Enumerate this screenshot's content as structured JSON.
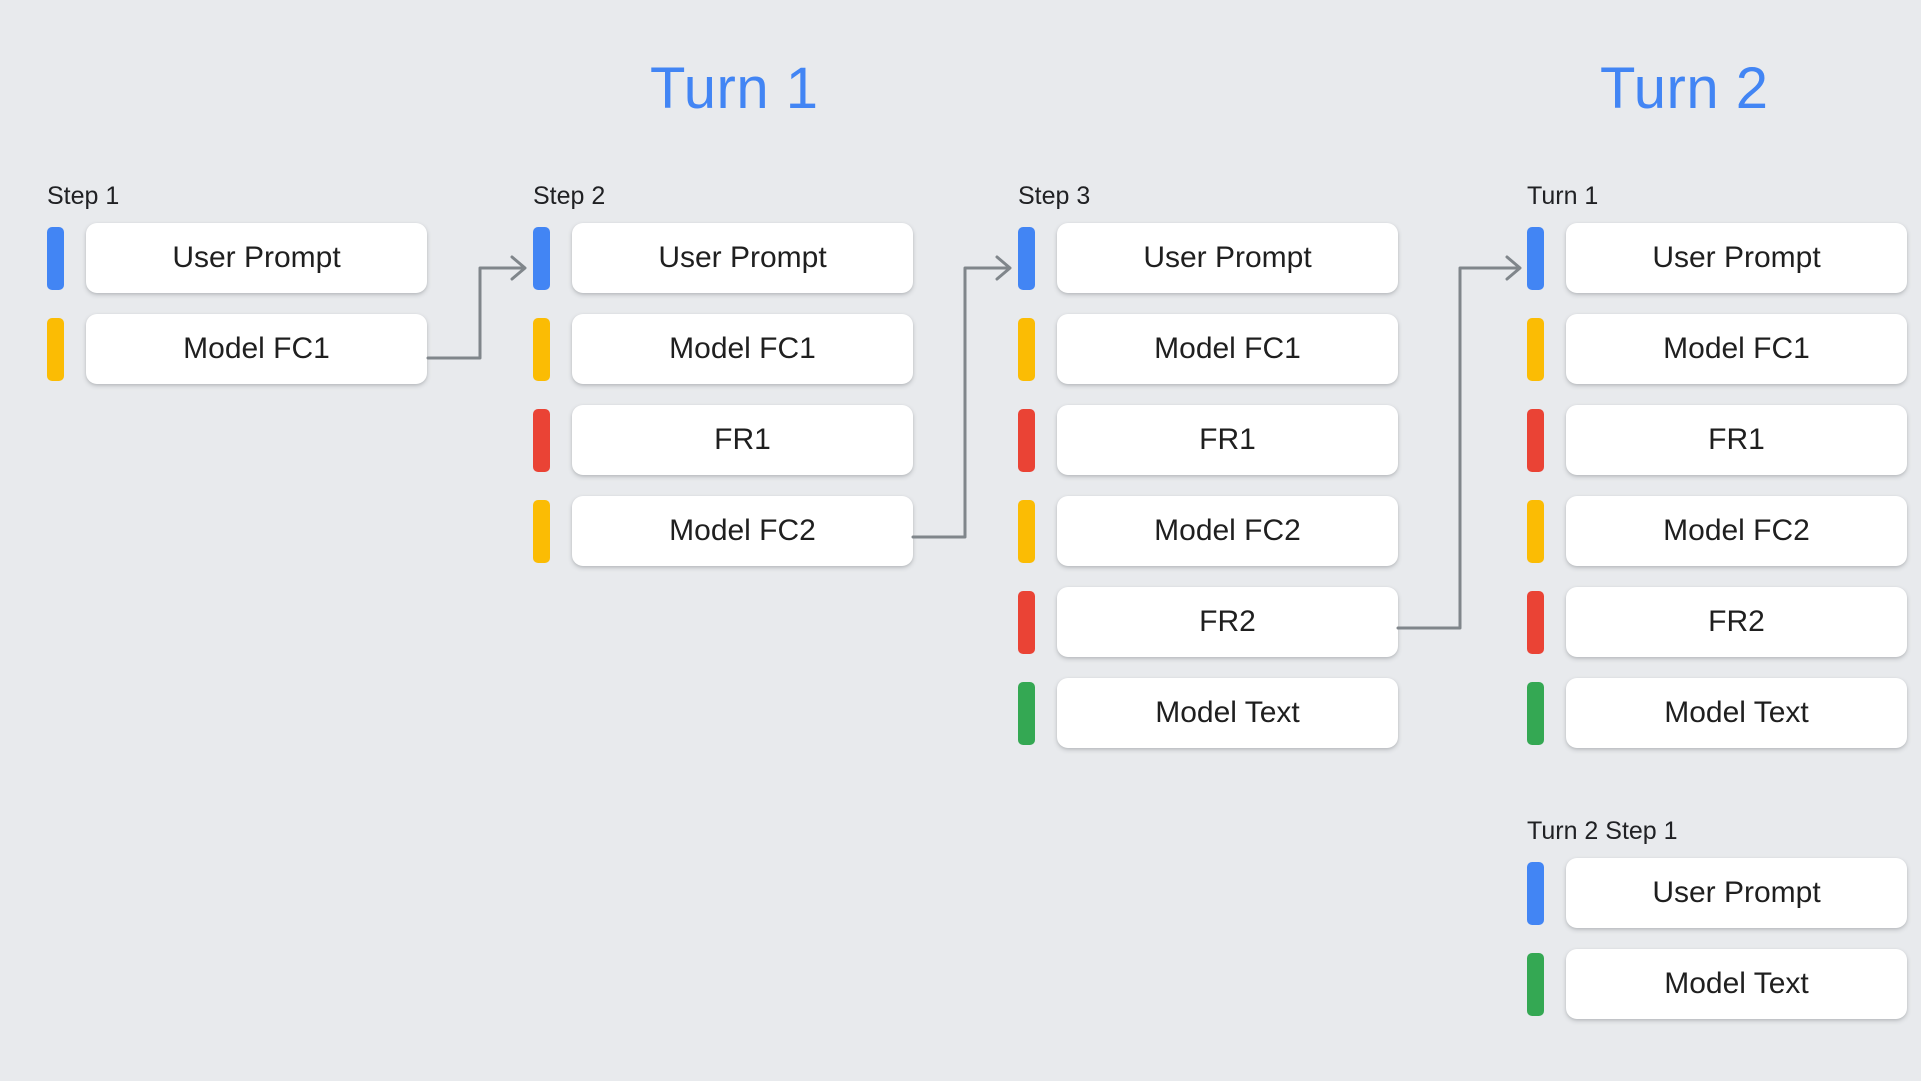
{
  "background_color": "#e8eaed",
  "palette": {
    "blue": "#4285f4",
    "yellow": "#fbbc04",
    "red": "#ea4335",
    "green": "#34a853",
    "connector": "#80868b",
    "card": "#ffffff",
    "text": "#1f1f1f"
  },
  "headings": [
    {
      "label": "Turn 1"
    },
    {
      "label": "Turn 2"
    }
  ],
  "columns": [
    {
      "label": "Step 1",
      "rows": [
        {
          "color_name": "blue",
          "color": "#4285f4",
          "label": "User Prompt"
        },
        {
          "color_name": "yellow",
          "color": "#fbbc04",
          "label": "Model FC1"
        }
      ]
    },
    {
      "label": "Step 2",
      "rows": [
        {
          "color_name": "blue",
          "color": "#4285f4",
          "label": "User Prompt"
        },
        {
          "color_name": "yellow",
          "color": "#fbbc04",
          "label": "Model FC1"
        },
        {
          "color_name": "red",
          "color": "#ea4335",
          "label": "FR1"
        },
        {
          "color_name": "yellow",
          "color": "#fbbc04",
          "label": "Model FC2"
        }
      ]
    },
    {
      "label": "Step 3",
      "rows": [
        {
          "color_name": "blue",
          "color": "#4285f4",
          "label": "User Prompt"
        },
        {
          "color_name": "yellow",
          "color": "#fbbc04",
          "label": "Model FC1"
        },
        {
          "color_name": "red",
          "color": "#ea4335",
          "label": "FR1"
        },
        {
          "color_name": "yellow",
          "color": "#fbbc04",
          "label": "Model FC2"
        },
        {
          "color_name": "red",
          "color": "#ea4335",
          "label": "FR2"
        },
        {
          "color_name": "green",
          "color": "#34a853",
          "label": "Model Text"
        }
      ]
    },
    {
      "label": "Turn 1",
      "rows": [
        {
          "color_name": "blue",
          "color": "#4285f4",
          "label": "User Prompt"
        },
        {
          "color_name": "yellow",
          "color": "#fbbc04",
          "label": "Model FC1"
        },
        {
          "color_name": "red",
          "color": "#ea4335",
          "label": "FR1"
        },
        {
          "color_name": "yellow",
          "color": "#fbbc04",
          "label": "Model FC2"
        },
        {
          "color_name": "red",
          "color": "#ea4335",
          "label": "FR2"
        },
        {
          "color_name": "green",
          "color": "#34a853",
          "label": "Model Text"
        }
      ]
    },
    {
      "label": "Turn 2 Step 1",
      "rows": [
        {
          "color_name": "blue",
          "color": "#4285f4",
          "label": "User Prompt"
        },
        {
          "color_name": "green",
          "color": "#34a853",
          "label": "Model Text"
        }
      ]
    }
  ],
  "connectors": [
    {
      "name": "step1-to-step2",
      "from_row": "Model FC1",
      "to_row": "User Prompt"
    },
    {
      "name": "step2-to-step3",
      "from_row": "Model FC2",
      "to_row": "User Prompt"
    },
    {
      "name": "step3-to-turn1",
      "from_row": "FR2",
      "to_row": "User Prompt"
    }
  ]
}
